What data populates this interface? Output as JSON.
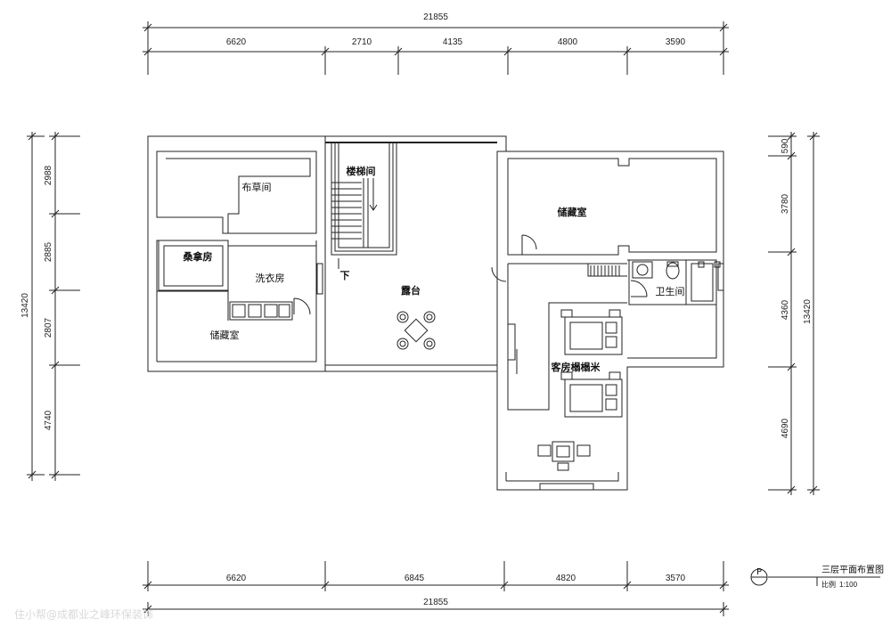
{
  "dimensions": {
    "top_total": "21855",
    "top_segments": [
      "6620",
      "2710",
      "4135",
      "4800",
      "3590"
    ],
    "bottom_segments": [
      "6620",
      "6845",
      "4820",
      "3570"
    ],
    "bottom_total": "21855",
    "left_total": "13420",
    "left_segments": [
      "2988",
      "2885",
      "2807",
      "4740"
    ],
    "right_total": "13420",
    "right_segments": [
      "590",
      "3780",
      "4360",
      "4690"
    ]
  },
  "rooms": {
    "bucao": "布草间",
    "stair": "楼梯间",
    "storage_left": "储藏室",
    "sangna": "桑拿房",
    "laundry": "洗衣房",
    "down": "下",
    "terrace": "露台",
    "storage_right": "储藏室",
    "bathroom": "卫生间",
    "guest": "客房榻榻米"
  },
  "title_block": {
    "symbol": "P",
    "title": "三层平面布置图",
    "scale_label": "比例",
    "scale_value": "1:100"
  },
  "watermark": "住小帮@成都业之峰环保装饰"
}
